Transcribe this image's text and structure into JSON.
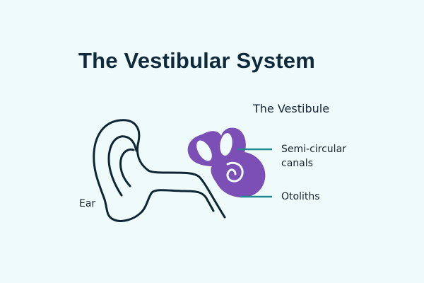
{
  "diagram": {
    "title": "The Vestibular System",
    "subtitle": "The Vestibule",
    "labels": {
      "canals_line1": "Semi-circular",
      "canals_line2": "canals",
      "otoliths": "Otoliths",
      "ear": "Ear"
    },
    "colors": {
      "background": "#effbfb",
      "text": "#0f2a3c",
      "outline": "#0e2535",
      "vestibule": "#7b4fb5",
      "leader_line": "#1f8a92"
    }
  }
}
